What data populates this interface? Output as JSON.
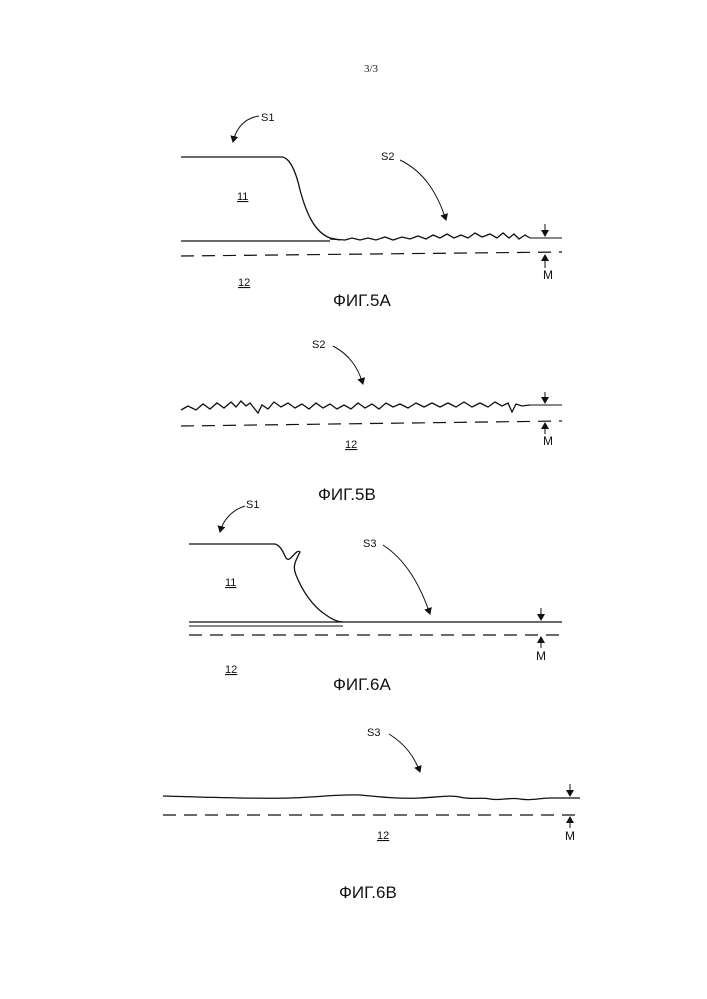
{
  "page_number": "3/3",
  "figures": [
    {
      "id": "5A",
      "caption": "ФИГ.5A",
      "labels": {
        "s1": "S1",
        "s2": "S2",
        "layer11": "11",
        "layer12": "12",
        "m": "M"
      }
    },
    {
      "id": "5B",
      "caption": "ФИГ.5B",
      "labels": {
        "s2": "S2",
        "layer12": "12",
        "m": "M"
      }
    },
    {
      "id": "6A",
      "caption": "ФИГ.6A",
      "labels": {
        "s1": "S1",
        "s3": "S3",
        "layer11": "11",
        "layer12": "12",
        "m": "M"
      }
    },
    {
      "id": "6B",
      "caption": "ФИГ.6B",
      "labels": {
        "s3": "S3",
        "layer12": "12",
        "m": "M"
      }
    }
  ]
}
